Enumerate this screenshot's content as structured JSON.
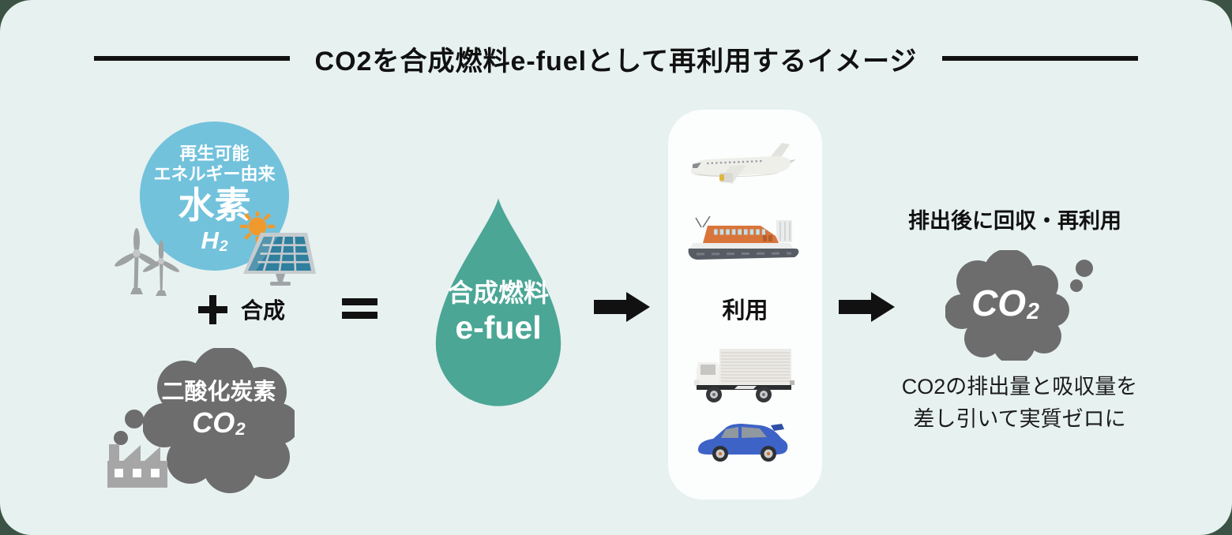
{
  "title": "CO2を合成燃料e-fuelとして再利用するイメージ",
  "hydrogen": {
    "source_line1": "再生可能",
    "source_line2": "エネルギー由来",
    "name": "水素",
    "formula_base": "H",
    "formula_sub": "2"
  },
  "synthesis": {
    "plus_symbol": "+",
    "label": "合成",
    "equals_symbol": "="
  },
  "co2_source": {
    "name": "二酸化炭素",
    "formula_base": "CO",
    "formula_sub": "2"
  },
  "efuel": {
    "label_ja": "合成燃料",
    "label_en": "e-fuel"
  },
  "usage": {
    "label": "利用",
    "vehicles": [
      "airplane",
      "ship",
      "truck",
      "car"
    ]
  },
  "recovery": {
    "heading": "排出後に回収・再利用",
    "formula_base": "CO",
    "formula_sub": "2",
    "note_line1": "CO2の排出量と吸収量を",
    "note_line2": "差し引いて実質ゼロに"
  },
  "icons": {
    "wind_turbine": "wind-turbine-icon",
    "solar_panel": "solar-panel-icon",
    "sun": "sun-icon",
    "factory": "factory-icon",
    "smoke": "smoke-puffs-icon",
    "plus": "plus-icon",
    "equals": "equals-icon",
    "arrow_right": "arrow-right-icon",
    "airplane": "airplane-icon",
    "ship": "ship-icon",
    "truck": "truck-icon",
    "car": "car-icon",
    "cloud": "co2-cloud-shape",
    "drop": "efuel-drop-shape"
  },
  "colors": {
    "page_bg": "#3B5244",
    "card_bg": "#E7F1F0",
    "ink": "#111111",
    "hydrogen_blue": "#72C2DC",
    "efuel_teal": "#4BA695",
    "cloud_gray": "#6D6D6D",
    "factory_gray": "#A6A6A6",
    "turbine_gray": "#9FA2A2",
    "sun_orange": "#F09A2E",
    "solar_cell": "#2F7F9E",
    "solar_frame": "#C6CBCE",
    "ship_orange": "#D9753B",
    "car_blue": "#3D63C6",
    "box_white": "#FCFEFD",
    "white": "#FFFFFF"
  }
}
